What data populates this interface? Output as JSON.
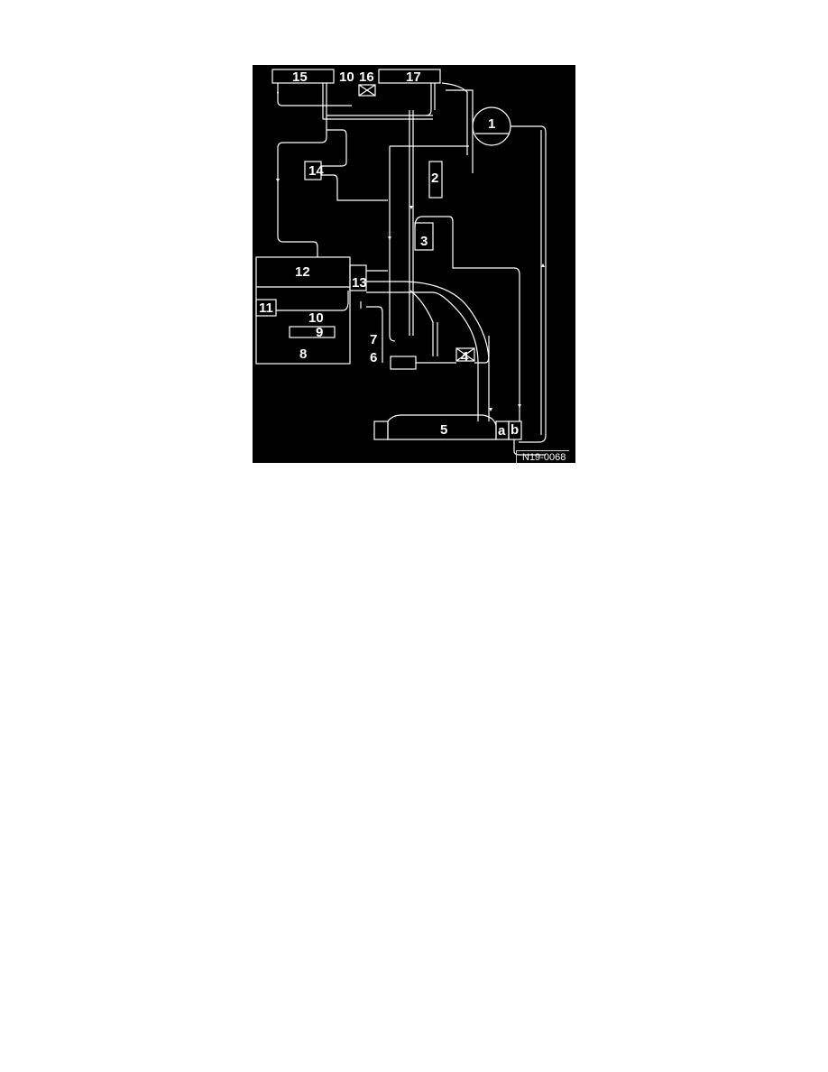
{
  "diagram": {
    "type": "coolant hose routing schematic",
    "reference_code": "N19-0068",
    "component_labels": [
      "1",
      "2",
      "3",
      "4",
      "5",
      "6",
      "7",
      "8",
      "9",
      "10",
      "11",
      "12",
      "13",
      "14",
      "15",
      "16",
      "17",
      "a",
      "b"
    ],
    "labels": {
      "l1": "1",
      "l2": "2",
      "l3": "3",
      "l4": "4",
      "l5": "5",
      "l6": "6",
      "l7": "7",
      "l8": "8",
      "l9": "9",
      "l10_top": "10",
      "l10_bottom": "10",
      "l11": "11",
      "l12": "12",
      "l13": "13",
      "l14": "14",
      "l15": "15",
      "l16": "16",
      "l17": "17",
      "la": "a",
      "lb": "b"
    },
    "colors": {
      "background": "#000000",
      "lines": "#ffffff",
      "page": "#ffffff"
    }
  }
}
